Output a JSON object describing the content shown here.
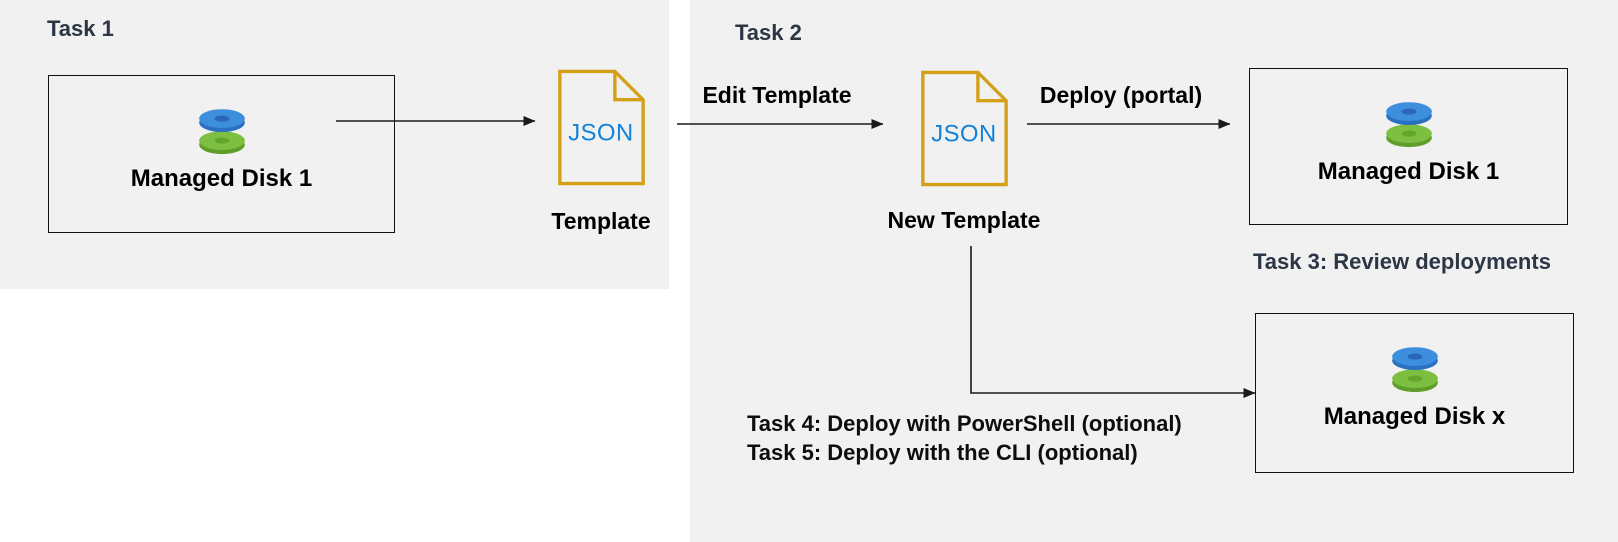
{
  "colors": {
    "panel_bg": "#f1f1f1",
    "heading_text": "#2d3644",
    "body_text": "#000000",
    "json_doc_gold": "#d4a018",
    "json_text_blue": "#1282d8",
    "disk_blue_top": "#3e8ede",
    "disk_blue_side": "#2a70c2",
    "disk_blue_hole": "#2b66b8",
    "disk_green_top": "#7cbf41",
    "disk_green_side": "#5f9e2a",
    "disk_green_hole": "#64a52e"
  },
  "headings": {
    "task1": "Task 1",
    "task2": "Task 2",
    "task3": "Task 3: Review deployments",
    "task4": "Task 4: Deploy with PowerShell (optional)",
    "task5": "Task 5: Deploy with the CLI (optional)"
  },
  "nodes": {
    "disk_box_source": {
      "label": "Managed Disk 1"
    },
    "template_file": {
      "file_text": "JSON",
      "caption": "Template"
    },
    "new_template_file": {
      "file_text": "JSON",
      "caption": "New Template"
    },
    "disk_box_portal": {
      "label": "Managed Disk 1"
    },
    "disk_box_x": {
      "label": "Managed Disk x"
    }
  },
  "connectors": {
    "edit_arrow_label": "Edit Template",
    "deploy_portal_arrow_label": "Deploy (portal)"
  }
}
